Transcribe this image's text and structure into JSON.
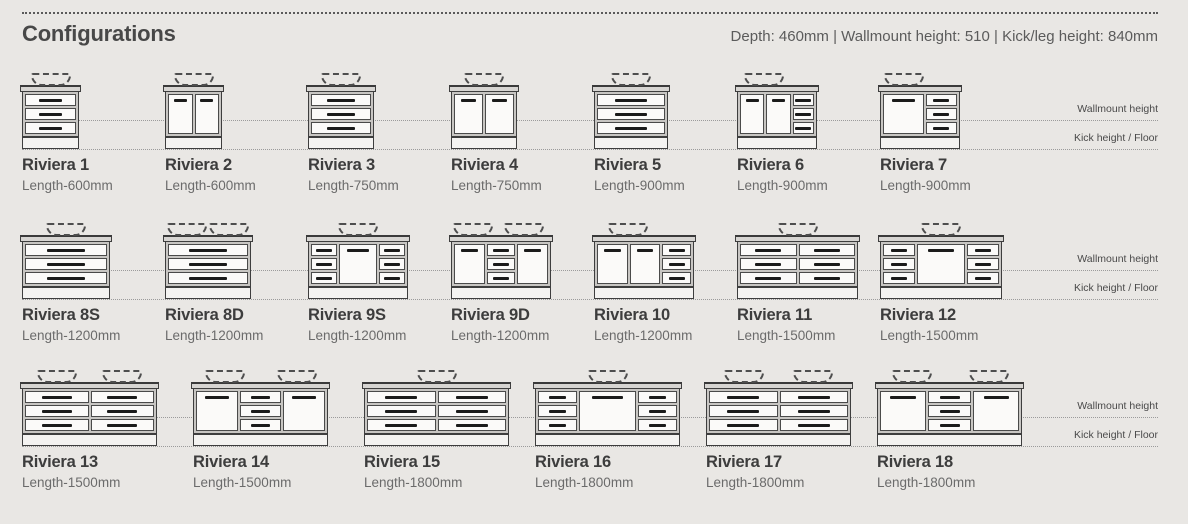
{
  "page": {
    "title": "Configurations",
    "specs": "Depth: 460mm | Wallmount height: 510 | Kick/leg height: 840mm",
    "guide_labels": {
      "wallmount": "Wallmount height",
      "kick": "Kick height / Floor"
    }
  },
  "colors": {
    "background": "#e9e7e4",
    "outline": "#3e3e3e",
    "handle": "#1b1b1b",
    "cabinet_fill": "#fbfaf9",
    "countertop_fill": "#d7d5d2",
    "guide_line": "#9b9b9b",
    "title_text": "#484848",
    "secondary_text": "#6b6b6b"
  },
  "rows": [
    {
      "items": [
        {
          "name": "Riviera 1",
          "length": "Length-600mm",
          "width": 57,
          "basins": [
            50
          ],
          "columns": [
            {
              "kind": "drawers",
              "count": 3,
              "flex": 1
            }
          ]
        },
        {
          "name": "Riviera 2",
          "length": "Length-600mm",
          "width": 57,
          "basins": [
            50
          ],
          "columns": [
            {
              "kind": "door",
              "flex": 1
            },
            {
              "kind": "door",
              "flex": 1
            }
          ]
        },
        {
          "name": "Riviera 3",
          "length": "Length-750mm",
          "width": 66,
          "basins": [
            50
          ],
          "columns": [
            {
              "kind": "drawers",
              "count": 3,
              "flex": 1
            }
          ]
        },
        {
          "name": "Riviera 4",
          "length": "Length-750mm",
          "width": 66,
          "basins": [
            50
          ],
          "columns": [
            {
              "kind": "door",
              "flex": 1
            },
            {
              "kind": "door",
              "flex": 1
            }
          ]
        },
        {
          "name": "Riviera 5",
          "length": "Length-900mm",
          "width": 74,
          "basins": [
            50
          ],
          "columns": [
            {
              "kind": "drawers",
              "count": 3,
              "flex": 1
            }
          ]
        },
        {
          "name": "Riviera 6",
          "length": "Length-900mm",
          "width": 80,
          "basins": [
            34
          ],
          "columns": [
            {
              "kind": "door",
              "flex": 1
            },
            {
              "kind": "door",
              "flex": 1
            },
            {
              "kind": "drawers",
              "count": 3,
              "flex": 0.95
            }
          ]
        },
        {
          "name": "Riviera 7",
          "length": "Length-900mm",
          "width": 80,
          "basins": [
            30
          ],
          "columns": [
            {
              "kind": "door",
              "flex": 1.25
            },
            {
              "kind": "drawers",
              "count": 3,
              "flex": 1
            }
          ]
        }
      ]
    },
    {
      "items": [
        {
          "name": "Riviera 8S",
          "length": "Length-1200mm",
          "width": 88,
          "basins": [
            50
          ],
          "columns": [
            {
              "kind": "drawers",
              "count": 3,
              "flex": 1
            }
          ]
        },
        {
          "name": "Riviera 8D",
          "length": "Length-1200mm",
          "width": 86,
          "basins": [
            26,
            74
          ],
          "columns": [
            {
              "kind": "drawers",
              "count": 3,
              "flex": 1
            }
          ]
        },
        {
          "name": "Riviera 9S",
          "length": "Length-1200mm",
          "width": 100,
          "basins": [
            50
          ],
          "columns": [
            {
              "kind": "drawers",
              "count": 3,
              "flex": 0.75
            },
            {
              "kind": "door",
              "flex": 1.05
            },
            {
              "kind": "drawers",
              "count": 3,
              "flex": 0.75
            }
          ]
        },
        {
          "name": "Riviera 9D",
          "length": "Length-1200mm",
          "width": 100,
          "basins": [
            22,
            73
          ],
          "columns": [
            {
              "kind": "door",
              "flex": 1
            },
            {
              "kind": "drawers",
              "count": 3,
              "flex": 1
            },
            {
              "kind": "door",
              "flex": 1
            }
          ]
        },
        {
          "name": "Riviera 10",
          "length": "Length-1200mm",
          "width": 100,
          "basins": [
            34
          ],
          "columns": [
            {
              "kind": "door",
              "flex": 1
            },
            {
              "kind": "door",
              "flex": 1
            },
            {
              "kind": "drawers",
              "count": 3,
              "flex": 1
            }
          ]
        },
        {
          "name": "Riviera 11",
          "length": "Length-1500mm",
          "width": 121,
          "basins": [
            50
          ],
          "columns": [
            {
              "kind": "drawers",
              "count": 3,
              "flex": 1
            },
            {
              "kind": "drawers",
              "count": 3,
              "flex": 1
            }
          ]
        },
        {
          "name": "Riviera 12",
          "length": "Length-1500mm",
          "width": 122,
          "basins": [
            50
          ],
          "columns": [
            {
              "kind": "drawers",
              "count": 3,
              "flex": 0.75
            },
            {
              "kind": "door",
              "flex": 1.05
            },
            {
              "kind": "drawers",
              "count": 3,
              "flex": 0.75
            }
          ]
        }
      ]
    },
    {
      "items": [
        {
          "name": "Riviera 13",
          "length": "Length-1500mm",
          "width": 135,
          "basins": [
            26,
            74
          ],
          "columns": [
            {
              "kind": "drawers",
              "count": 3,
              "flex": 1
            },
            {
              "kind": "drawers",
              "count": 3,
              "flex": 1
            }
          ]
        },
        {
          "name": "Riviera 14",
          "length": "Length-1500mm",
          "width": 135,
          "basins": [
            24,
            77
          ],
          "columns": [
            {
              "kind": "door",
              "flex": 1
            },
            {
              "kind": "drawers",
              "count": 3,
              "flex": 1
            },
            {
              "kind": "door",
              "flex": 1
            }
          ]
        },
        {
          "name": "Riviera 15",
          "length": "Length-1800mm",
          "width": 145,
          "basins": [
            50
          ],
          "columns": [
            {
              "kind": "drawers",
              "count": 3,
              "flex": 1
            },
            {
              "kind": "drawers",
              "count": 3,
              "flex": 1
            }
          ]
        },
        {
          "name": "Riviera 16",
          "length": "Length-1800mm",
          "width": 145,
          "basins": [
            50
          ],
          "columns": [
            {
              "kind": "drawers",
              "count": 3,
              "flex": 0.75
            },
            {
              "kind": "door",
              "flex": 1.05
            },
            {
              "kind": "drawers",
              "count": 3,
              "flex": 0.75
            }
          ]
        },
        {
          "name": "Riviera 17",
          "length": "Length-1800mm",
          "width": 145,
          "basins": [
            26,
            74
          ],
          "columns": [
            {
              "kind": "drawers",
              "count": 3,
              "flex": 1
            },
            {
              "kind": "drawers",
              "count": 3,
              "flex": 1
            }
          ]
        },
        {
          "name": "Riviera 18",
          "length": "Length-1800mm",
          "width": 145,
          "basins": [
            24,
            77
          ],
          "columns": [
            {
              "kind": "door",
              "flex": 1
            },
            {
              "kind": "drawers",
              "count": 3,
              "flex": 1
            },
            {
              "kind": "door",
              "flex": 1
            }
          ]
        }
      ]
    }
  ]
}
